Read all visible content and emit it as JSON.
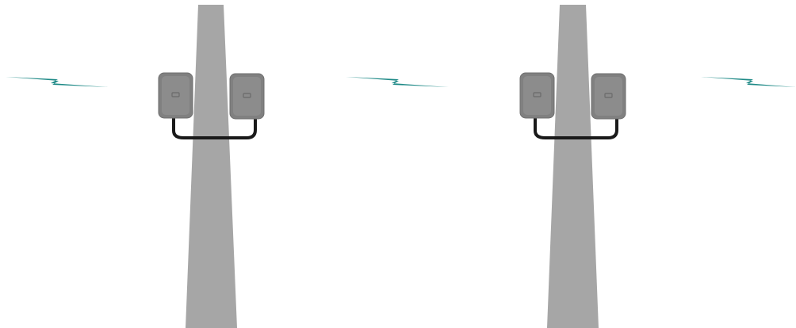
{
  "colors": {
    "background": "#ffffff",
    "pole": "#a6a6a6",
    "radio_body": "#808080",
    "radio_border": "#6f6f6f",
    "radio_face": "#8c8c8c",
    "cable": "#1a1a1a",
    "wireless_link": "#1f8a87"
  },
  "scene": {
    "poles": [
      {
        "name": "pole-1",
        "radios": [
          "radio-left",
          "radio-right"
        ],
        "jumper_cable": "cable"
      },
      {
        "name": "pole-2",
        "radios": [
          "radio-left",
          "radio-right"
        ],
        "jumper_cable": "cable"
      }
    ],
    "wireless_links": [
      "link-left",
      "link-middle",
      "link-right"
    ]
  }
}
